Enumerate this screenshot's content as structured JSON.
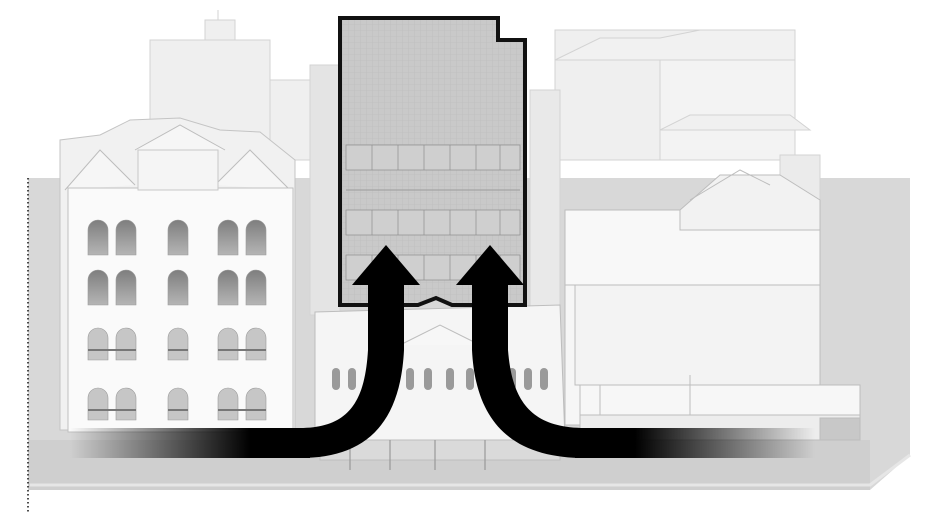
{
  "diagram": {
    "kind": "urban-block-elevation",
    "palette": {
      "ground": "#d6d6d6",
      "ground_dark": "#c6c6c6",
      "building_fill": "#f4f4f4",
      "building_ghost": "#ececec",
      "building_stroke": "#bdbdbd",
      "window_dark": "#8c8c8c",
      "window_mid": "#b4b4b4",
      "highlight_fill": "#c9c9c9",
      "highlight_outline": "#111111",
      "arrow": "#000000"
    },
    "components": [
      {
        "id": "ground-plane",
        "label": ""
      },
      {
        "id": "heritage-building-left",
        "label": ""
      },
      {
        "id": "background-tower",
        "label": ""
      },
      {
        "id": "highlighted-building",
        "label": ""
      },
      {
        "id": "arcade-building",
        "label": ""
      },
      {
        "id": "buildings-right",
        "label": ""
      },
      {
        "id": "flow-arrow-left",
        "label": ""
      },
      {
        "id": "flow-arrow-right",
        "label": ""
      }
    ]
  }
}
